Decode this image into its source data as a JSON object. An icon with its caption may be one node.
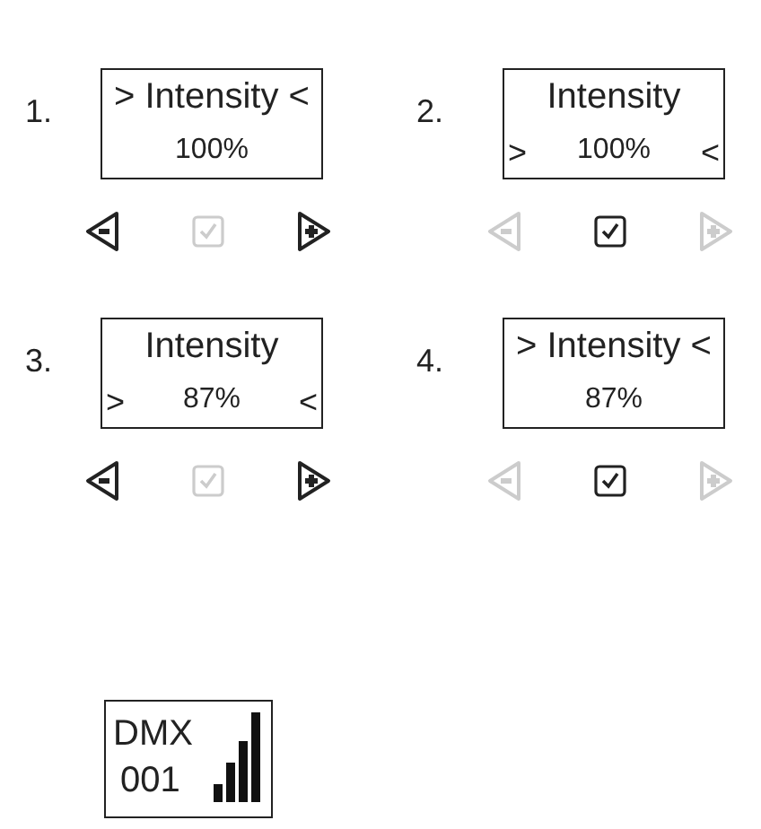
{
  "diagram": {
    "nodes": [
      {
        "text": [
          "> Intensity <",
          "100%"
        ]
      },
      {
        "text": [
          "Intensity",
          ">",
          "100%",
          "<"
        ]
      },
      {
        "text": [
          "Intensity",
          ">",
          "87%",
          "<"
        ]
      },
      {
        "text": [
          "> Intensity <",
          "87%"
        ]
      },
      {
        "text": [
          "DMX",
          "001"
        ]
      }
    ],
    "labels": [
      "1.",
      "2.",
      "3.",
      "4."
    ]
  }
}
